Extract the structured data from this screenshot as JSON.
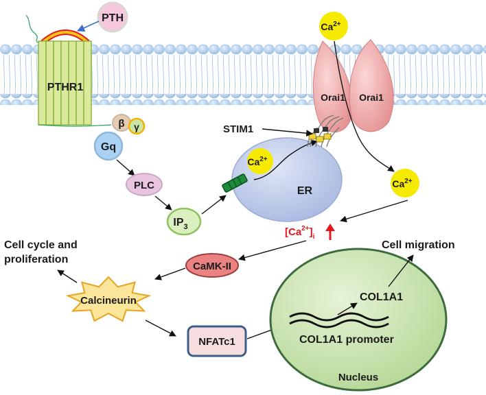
{
  "nodes": {
    "pth": "PTH",
    "pthr1": "PTHR1",
    "beta": "β",
    "gamma": "γ",
    "gq": "Gq",
    "plc": "PLC",
    "ip3_base": "IP",
    "ip3_sub": "3",
    "ca_base": "Ca",
    "ca_sup": "2+",
    "orai1_left": "Orai1",
    "orai1_right": "Orai1",
    "stim1": "STIM1",
    "er": "ER",
    "cai_open": "[Ca",
    "cai_sup": "2+",
    "cai_close": "]",
    "cai_sub": "i",
    "camk": "CaMK-II",
    "cell_cycle_line1": "Cell cycle and",
    "cell_cycle_line2": "proliferation",
    "calcineurin": "Calcineurin",
    "nfatc1": "NFATc1",
    "col1a1": "COL1A1",
    "col1a1_promoter": "COL1A1 promoter",
    "nucleus": "Nucleus",
    "cell_migration": "Cell migration"
  },
  "colors": {
    "membrane_head": "#b9d4ef",
    "receptor": "#d9ea9c",
    "orai": "#f2a8a8",
    "er": "#b7c5e6",
    "nucleus": "#cfe6b4",
    "ca_ion": "#f5ea00",
    "highlight": "#e8141c"
  }
}
